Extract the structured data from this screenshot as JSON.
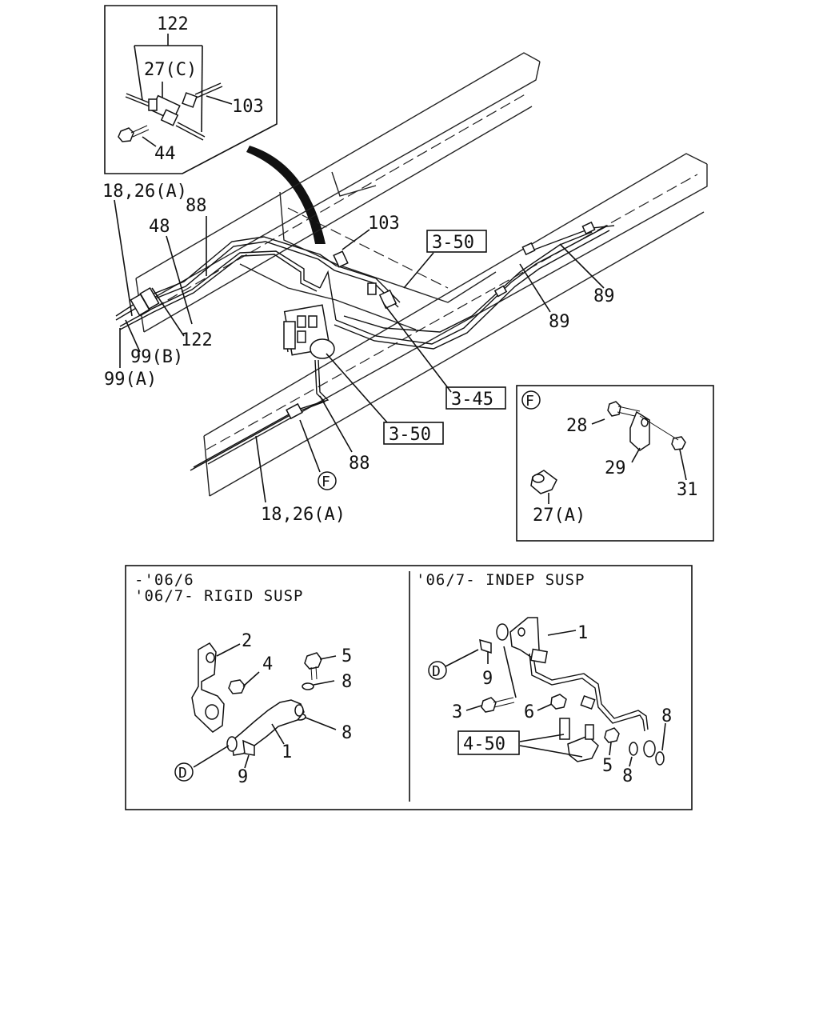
{
  "labels": {
    "inset_top": {
      "l122": "122",
      "l27c": "27(C)",
      "l103": "103",
      "l44": "44"
    },
    "main": {
      "l18_26a_top": "18,26(A)",
      "l88_top": "88",
      "l48": "48",
      "l103": "103",
      "ref_3_50_top": "3-50",
      "l89_right": "89",
      "l89_mid": "89",
      "l122": "122",
      "l99b": "99(B)",
      "l99a": "99(A)",
      "ref_3_45": "3-45",
      "ref_3_50_bottom": "3-50",
      "l88_bottom": "88",
      "callout_f": "F",
      "l18_26a_bottom": "18,26(A)"
    },
    "inset_f": {
      "callout": "F",
      "l28": "28",
      "l29": "29",
      "l31": "31",
      "l27a": "27(A)"
    },
    "lower_left": {
      "header_1": "-'06/6",
      "header_2": "'06/7- RIGID SUSP",
      "l2": "2",
      "l4": "4",
      "l5": "5",
      "l8_top": "8",
      "l8_bottom": "8",
      "l1": "1",
      "callout_d": "D",
      "l9": "9"
    },
    "lower_right": {
      "header": "'06/7- INDEP SUSP",
      "l1": "1",
      "callout_d": "D",
      "l9": "9",
      "l3": "3",
      "l6": "6",
      "ref_4_50": "4-50",
      "l5": "5",
      "l8_mid": "8",
      "l8_right": "8"
    }
  }
}
